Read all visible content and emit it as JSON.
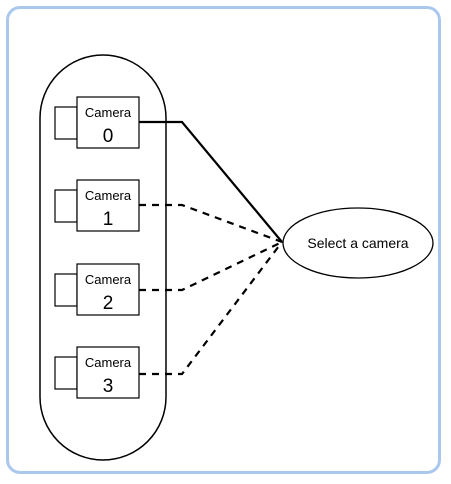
{
  "cameras": [
    {
      "label": "Camera",
      "number": "0",
      "connection": "solid"
    },
    {
      "label": "Camera",
      "number": "1",
      "connection": "dashed"
    },
    {
      "label": "Camera",
      "number": "2",
      "connection": "dashed"
    },
    {
      "label": "Camera",
      "number": "3",
      "connection": "dashed"
    }
  ],
  "target": {
    "label": "Select a camera"
  },
  "colors": {
    "frame": "#aac8ee",
    "stroke": "#000000",
    "background": "#ffffff"
  }
}
